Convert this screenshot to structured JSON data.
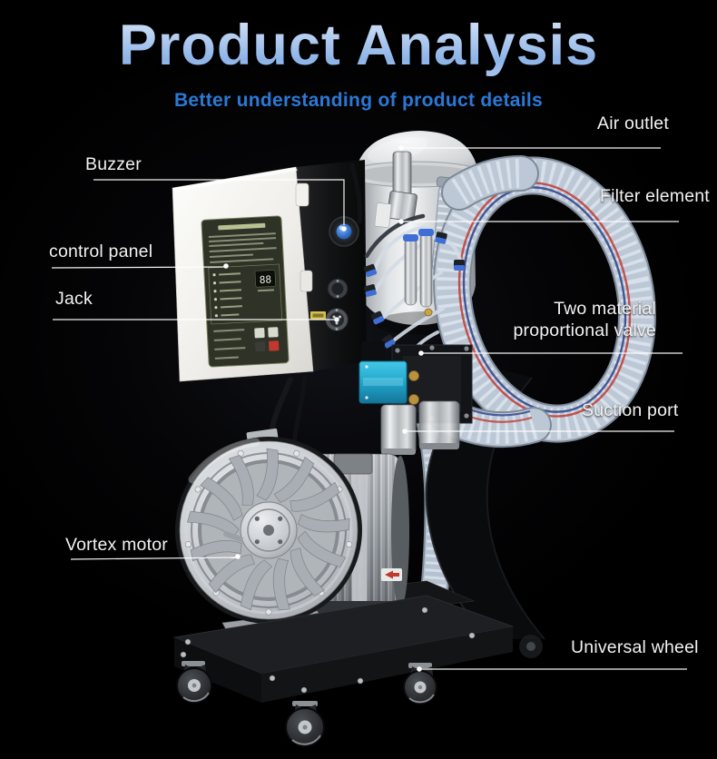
{
  "header": {
    "title": "Product Analysis",
    "subtitle": "Better understanding of product details"
  },
  "annotations": {
    "air_outlet": {
      "label": "Air outlet"
    },
    "buzzer": {
      "label": "Buzzer"
    },
    "filter_element us": {
      "label": ""
    },
    "filter_element": {
      "label": "Filter element"
    },
    "control_panel": {
      "label": "control panel"
    },
    "jack": {
      "label": "Jack"
    },
    "two_material_valve": {
      "label_line1": "Two material",
      "label_line2": "proportional valve"
    },
    "suction_port": {
      "label": "Suction port"
    },
    "vortex_motor": {
      "label": "Vortex motor"
    },
    "universal_wheel": {
      "label": "Universal wheel"
    }
  },
  "machine": {
    "display_value": "88"
  },
  "colors": {
    "background": "#000000",
    "title_text": "#a9c6ec",
    "subtitle_text": "#2b79d6",
    "label_text": "#f2f2f2",
    "leader_line": "#ffffff",
    "valve_accent": "#2fb6d9",
    "buzzer_accent": "#3a78d2",
    "warning_red": "#c0392e"
  }
}
